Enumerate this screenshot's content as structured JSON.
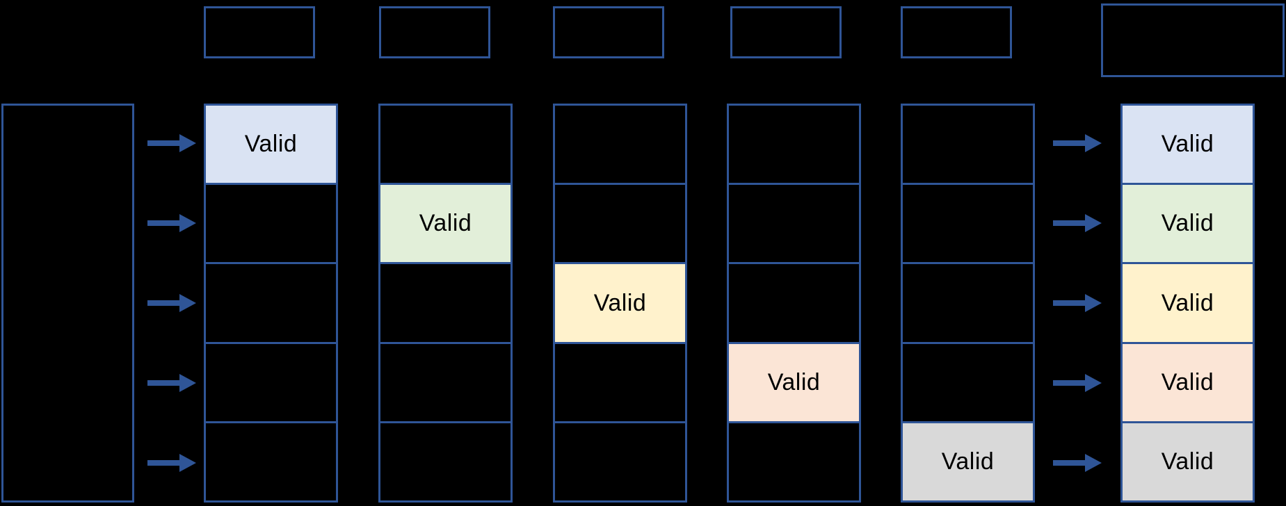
{
  "style": {
    "background_color": "#000000",
    "border_color": "#2F5597",
    "arrow_color": "#2F5597",
    "text_color": "#000000"
  },
  "palette": {
    "blue": "#DAE3F3",
    "green": "#E2EFD9",
    "yellow": "#FFF2CC",
    "peach": "#FBE5D6",
    "gray": "#D9D9D9"
  },
  "columns": [
    {
      "cells": [
        {
          "label": "Valid",
          "bg": "#DAE3F3"
        },
        {},
        {},
        {},
        {}
      ]
    },
    {
      "cells": [
        {},
        {
          "label": "Valid",
          "bg": "#E2EFD9"
        },
        {},
        {},
        {}
      ]
    },
    {
      "cells": [
        {},
        {},
        {
          "label": "Valid",
          "bg": "#FFF2CC"
        },
        {},
        {}
      ]
    },
    {
      "cells": [
        {},
        {},
        {},
        {
          "label": "Valid",
          "bg": "#FBE5D6"
        },
        {}
      ]
    },
    {
      "cells": [
        {},
        {},
        {},
        {},
        {
          "label": "Valid",
          "bg": "#D9D9D9"
        }
      ]
    },
    {
      "cells": [
        {
          "label": "Valid",
          "bg": "#DAE3F3"
        },
        {
          "label": "Valid",
          "bg": "#E2EFD9"
        },
        {
          "label": "Valid",
          "bg": "#FFF2CC"
        },
        {
          "label": "Valid",
          "bg": "#FBE5D6"
        },
        {
          "label": "Valid",
          "bg": "#D9D9D9"
        }
      ]
    }
  ]
}
